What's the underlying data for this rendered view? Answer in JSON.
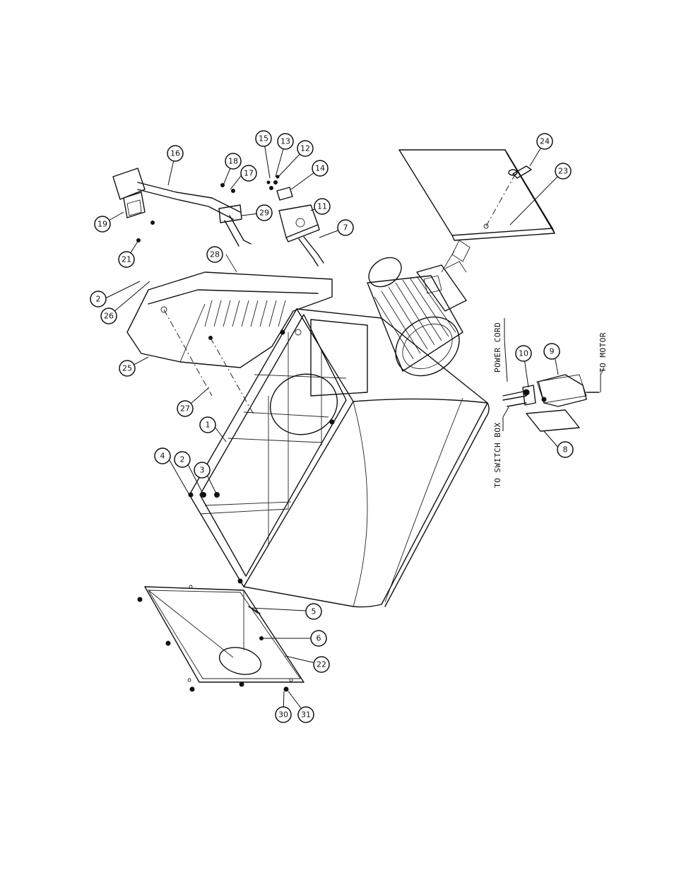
{
  "callouts": [
    {
      "id": "c1",
      "label": "1"
    },
    {
      "id": "c2a",
      "label": "2"
    },
    {
      "id": "c2b",
      "label": "2"
    },
    {
      "id": "c3",
      "label": "3"
    },
    {
      "id": "c4",
      "label": "4"
    },
    {
      "id": "c5",
      "label": "5"
    },
    {
      "id": "c6",
      "label": "6"
    },
    {
      "id": "c7",
      "label": "7"
    },
    {
      "id": "c8",
      "label": "8"
    },
    {
      "id": "c9",
      "label": "9"
    },
    {
      "id": "c10",
      "label": "10"
    },
    {
      "id": "c11",
      "label": "11"
    },
    {
      "id": "c12",
      "label": "12"
    },
    {
      "id": "c13",
      "label": "13"
    },
    {
      "id": "c14",
      "label": "14"
    },
    {
      "id": "c15",
      "label": "15"
    },
    {
      "id": "c16",
      "label": "16"
    },
    {
      "id": "c17",
      "label": "17"
    },
    {
      "id": "c18",
      "label": "18"
    },
    {
      "id": "c19",
      "label": "19"
    },
    {
      "id": "c21",
      "label": "21"
    },
    {
      "id": "c22",
      "label": "22"
    },
    {
      "id": "c23",
      "label": "23"
    },
    {
      "id": "c24",
      "label": "24"
    },
    {
      "id": "c25",
      "label": "25"
    },
    {
      "id": "c26",
      "label": "26"
    },
    {
      "id": "c27",
      "label": "27"
    },
    {
      "id": "c28",
      "label": "28"
    },
    {
      "id": "c29",
      "label": "29"
    },
    {
      "id": "c30",
      "label": "30"
    },
    {
      "id": "c31",
      "label": "31"
    }
  ],
  "notes": {
    "power_cord": "POWER CORD",
    "to_switch_box": "TO SWITCH BOX",
    "to_motor": "TO MOTOR"
  }
}
